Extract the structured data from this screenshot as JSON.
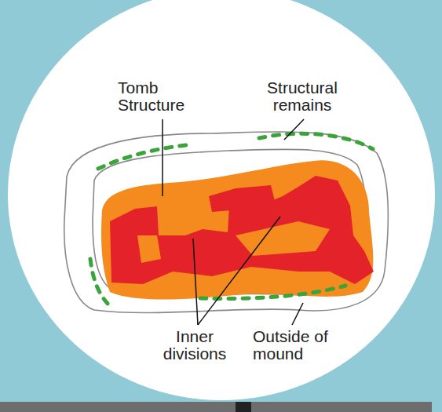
{
  "diagram": {
    "labels": [
      "Tomb Structure",
      "Structural remains",
      "Inner divisions",
      "Outside of mound"
    ]
  }
}
